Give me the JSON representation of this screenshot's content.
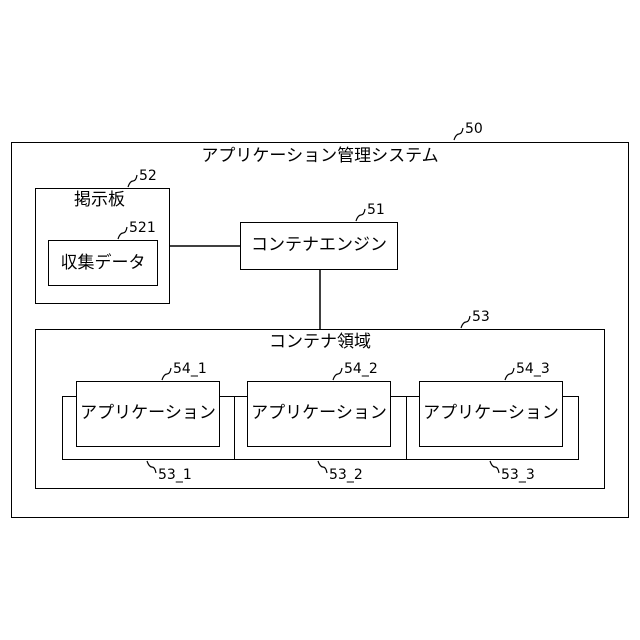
{
  "system": {
    "title": "アプリケーション管理システム",
    "ref": "50"
  },
  "bulletin_board": {
    "title": "掲示板",
    "ref": "52",
    "collected_data": {
      "label": "収集データ",
      "ref": "521"
    }
  },
  "container_engine": {
    "label": "コンテナエンジン",
    "ref": "51"
  },
  "container_area": {
    "title": "コンテナ領域",
    "ref": "53",
    "slots": [
      {
        "app_label": "アプリケーション",
        "app_ref": "54_1",
        "slot_ref": "53_1"
      },
      {
        "app_label": "アプリケーション",
        "app_ref": "54_2",
        "slot_ref": "53_2"
      },
      {
        "app_label": "アプリケーション",
        "app_ref": "54_3",
        "slot_ref": "53_3"
      }
    ]
  }
}
